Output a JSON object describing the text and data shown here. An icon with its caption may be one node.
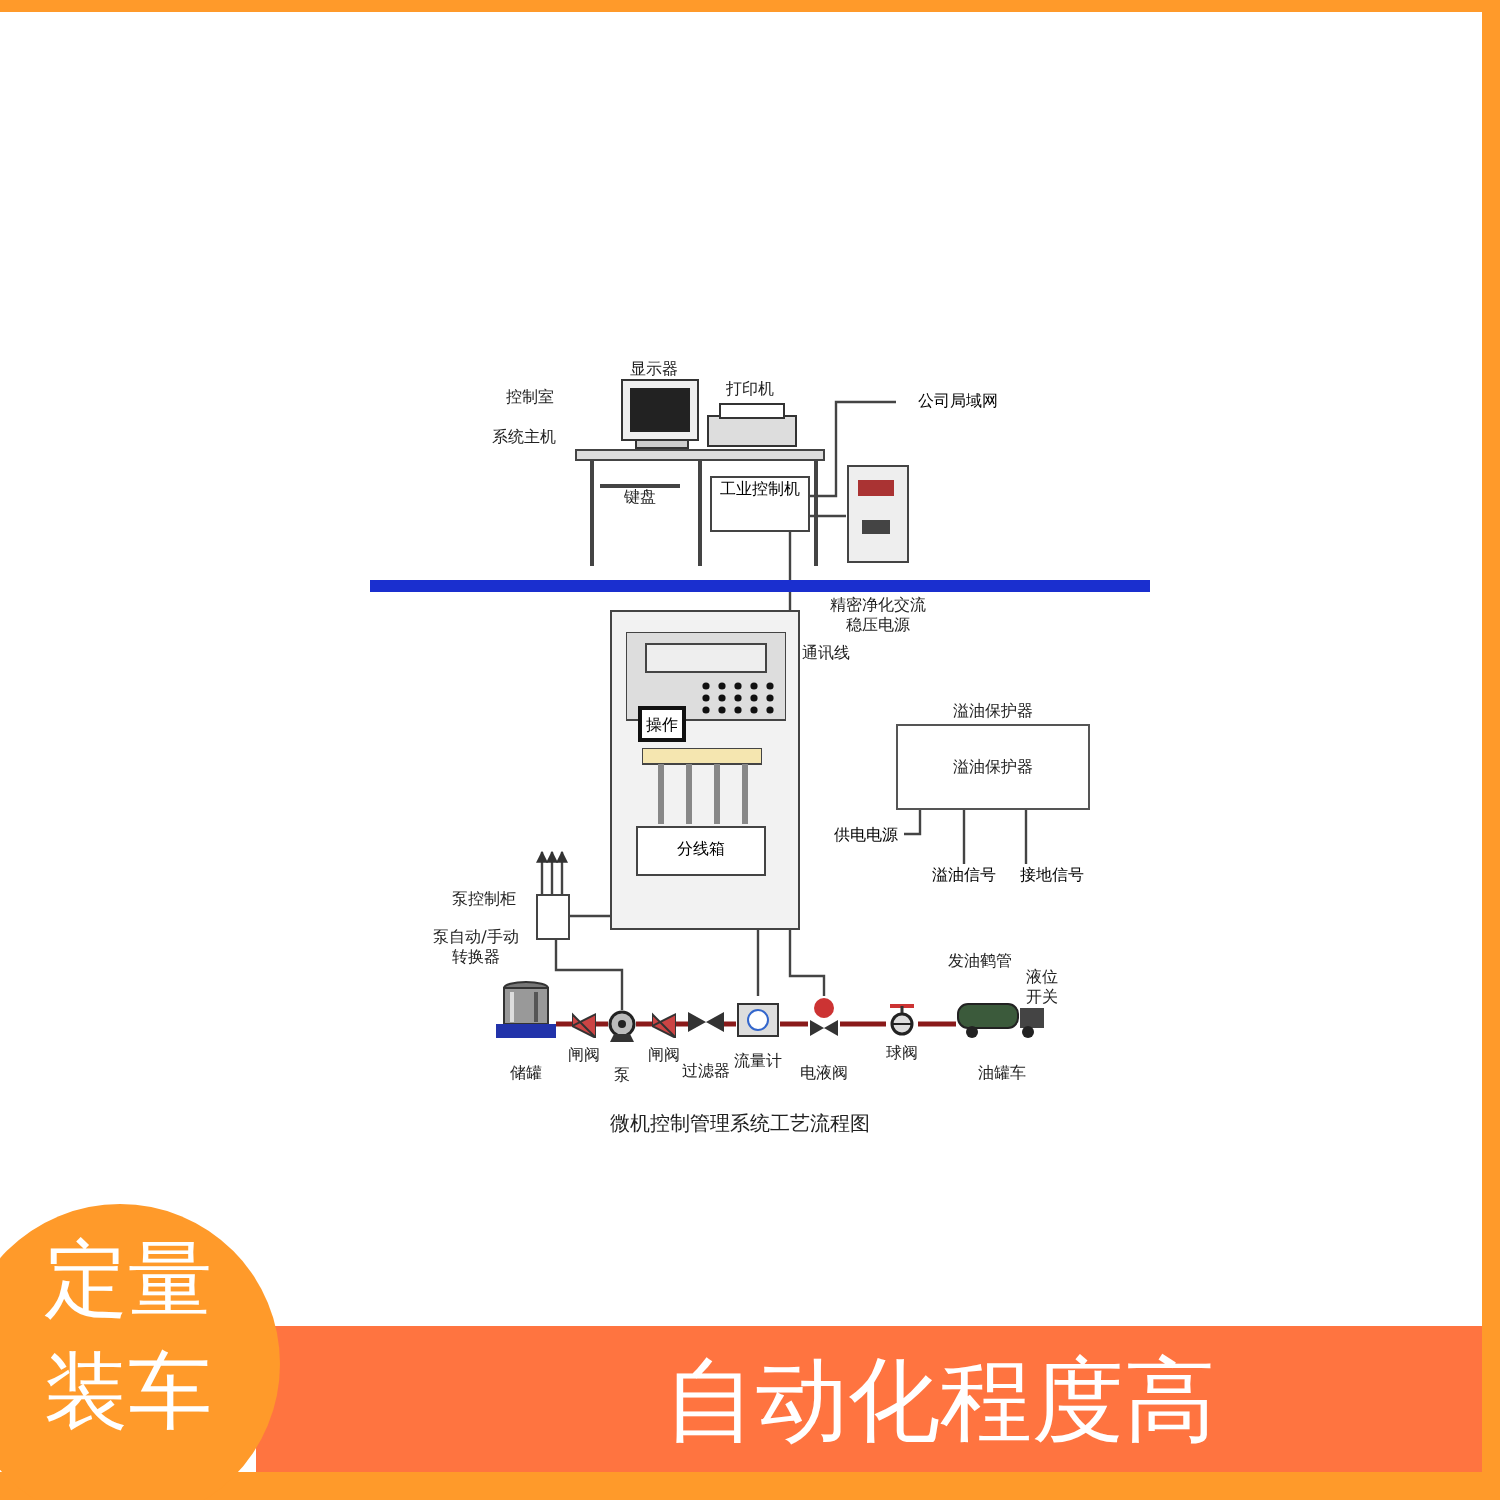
{
  "diagram": {
    "caption": "微机控制管理系统工艺流程图",
    "nodes": [
      {
        "text": [],
        "shape": "box"
      },
      {
        "text": [
          "分线箱"
        ],
        "in": 0
      },
      {
        "text": [
          "操作"
        ],
        "in": 0
      },
      {
        "text": [
          "工业控制机"
        ]
      },
      {
        "text": [],
        "shape": "picture",
        "beside": [
          "精密净化交流稳压电源"
        ]
      },
      {
        "text": [
          "公司局域网"
        ]
      },
      {
        "text": [],
        "shape": "box",
        "beside": [
          "泵控制柜"
        ]
      },
      {
        "text": [],
        "shape": "picture",
        "beside": [
          "储罐"
        ]
      },
      {
        "text": [],
        "shape": "picture",
        "beside": [
          "闸阀"
        ]
      },
      {
        "text": [],
        "shape": "picture",
        "beside": [
          "泵"
        ]
      },
      {
        "text": [],
        "shape": "picture",
        "beside": [
          "闸阀"
        ]
      },
      {
        "text": [],
        "shape": "picture",
        "beside": [
          "过滤器"
        ]
      },
      {
        "text": [],
        "shape": "picture",
        "beside": [
          "流量计"
        ]
      },
      {
        "text": [],
        "shape": "picture",
        "beside": [
          "电液阀"
        ]
      },
      {
        "text": [],
        "shape": "picture",
        "beside": [
          "球阀"
        ]
      },
      {
        "text": [],
        "shape": "picture",
        "beside": [
          "油罐车"
        ]
      },
      {
        "text": [
          "溢油保护器",
          "溢油保护器"
        ]
      },
      {
        "text": [
          "供电电源"
        ]
      },
      {
        "text": [
          "溢油信号"
        ]
      },
      {
        "text": [
          "接地信号"
        ]
      }
    ],
    "edges": [
      {
        "from": 3,
        "to": 0,
        "arrow": "none",
        "label": "通讯线"
      },
      {
        "from": 3,
        "to": 4,
        "arrow": "none"
      },
      {
        "from": 3,
        "to": 5,
        "arrow": "none"
      },
      {
        "from": 6,
        "to": 9,
        "arrow": "none"
      },
      {
        "from": 6,
        "to": 0,
        "arrow": "none"
      },
      {
        "from": 0,
        "to": 12,
        "arrow": "none"
      },
      {
        "from": 0,
        "to": 13,
        "arrow": "none"
      },
      {
        "from": 7,
        "to": 8,
        "arrow": "none"
      },
      {
        "from": 8,
        "to": 9,
        "arrow": "none"
      },
      {
        "from": 9,
        "to": 10,
        "arrow": "none"
      },
      {
        "from": 10,
        "to": 11,
        "arrow": "none"
      },
      {
        "from": 11,
        "to": 12,
        "arrow": "none"
      },
      {
        "from": 12,
        "to": 13,
        "arrow": "none"
      },
      {
        "from": 13,
        "to": 14,
        "arrow": "none"
      },
      {
        "from": 14,
        "to": 15,
        "arrow": "none"
      },
      {
        "from": 16,
        "to": 17,
        "arrow": "none"
      },
      {
        "from": 16,
        "to": 18,
        "arrow": "none"
      },
      {
        "from": 16,
        "to": 19,
        "arrow": "none"
      },
      {
        "from": 6,
        "to": null,
        "arrow": "to"
      },
      {
        "from": 6,
        "to": null,
        "arrow": "to"
      },
      {
        "from": 6,
        "to": null,
        "arrow": "to"
      }
    ],
    "labels": [
      "控制室",
      "显示器",
      "系统主机",
      "打印机",
      "键盘",
      "泵自动/手动转换器",
      "发油鹤管",
      "液位开关",
      "定量装车",
      "自动化程度高"
    ]
  }
}
